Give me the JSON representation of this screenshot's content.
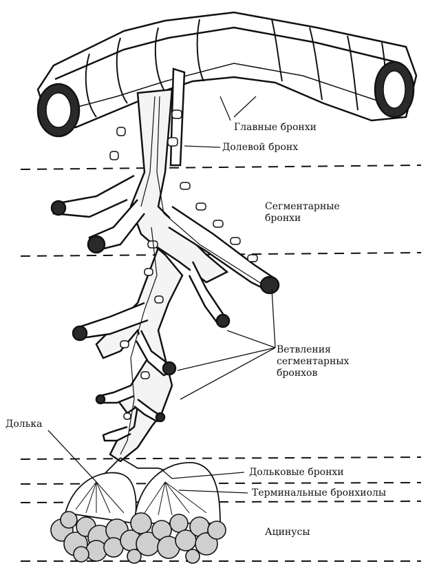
{
  "labels": {
    "main_bronchi": "Главные бронхи",
    "lobar_bronchus": "Долевой бронх",
    "segmental_line1": "Сегментарные",
    "segmental_line2": "бронхи",
    "branches_line1": "Ветвления",
    "branches_line2": "сегментарных",
    "branches_line3": "бронхов",
    "lobule": "Долька",
    "lobular_bronchi": "Дольковые бронхи",
    "terminal_bronchioles": "Терминальные бронхиолы",
    "acini": "Ацинусы"
  },
  "colors": {
    "ink": "#111111",
    "paper": "#ffffff",
    "shade": "#9a9a9a"
  }
}
